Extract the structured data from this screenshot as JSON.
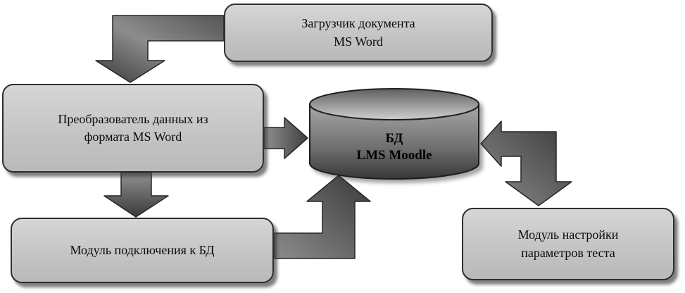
{
  "diagram": {
    "nodes": {
      "loader": {
        "lines": [
          "Загрузчик документа",
          "MS Word"
        ]
      },
      "converter": {
        "lines": [
          "Преобразователь данных из",
          "формата MS Word"
        ]
      },
      "db_connect": {
        "lines": [
          "Модуль подключения к БД"
        ]
      },
      "database": {
        "lines": [
          "БД",
          "LMS Moodle"
        ]
      },
      "test_settings": {
        "lines": [
          "Модуль настройки",
          "параметров теста"
        ]
      }
    },
    "edges": [
      {
        "from": "loader",
        "to": "converter",
        "direction": "one-way"
      },
      {
        "from": "converter",
        "to": "database",
        "direction": "one-way"
      },
      {
        "from": "converter",
        "to": "db_connect",
        "direction": "one-way"
      },
      {
        "from": "db_connect",
        "to": "database",
        "direction": "one-way"
      },
      {
        "from": "database",
        "to": "test_settings",
        "direction": "two-way"
      }
    ],
    "colors": {
      "background": "#ffffff",
      "box_fill_light": "#d6d6d6",
      "box_fill_dark": "#b9b9b9",
      "box_border": "#2e2e2e",
      "arrow_light": "#919191",
      "arrow_dark": "#3a3a3a",
      "cylinder_top_dark": "#5f5f5f",
      "cylinder_top_light": "#cfcfcf",
      "cylinder_body_light": "#a8a8a8",
      "cylinder_body_dark": "#373737",
      "text": "#0a0a0a"
    }
  }
}
